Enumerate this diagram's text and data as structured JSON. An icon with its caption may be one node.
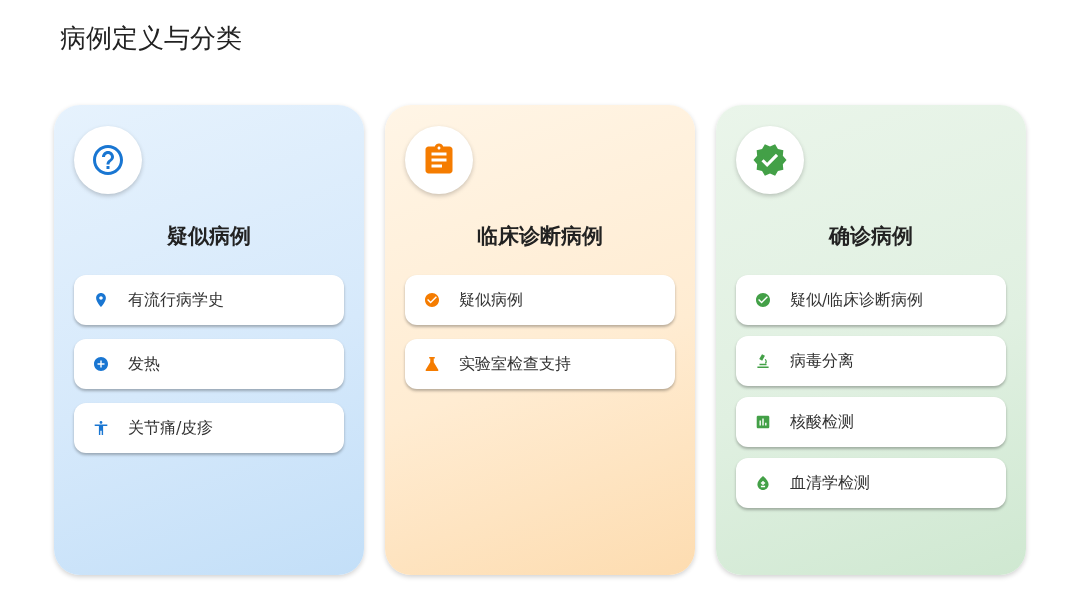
{
  "diagram": {
    "title": "病例定义与分类",
    "nodes": [
      {
        "text": [
          "疑似病例"
        ]
      },
      {
        "text": [
          "有流行病学史"
        ],
        "in": 0
      },
      {
        "text": [
          "发热"
        ],
        "in": 0
      },
      {
        "text": [
          "关节痛/皮疹"
        ],
        "in": 0
      },
      {
        "text": [
          "临床诊断病例"
        ]
      },
      {
        "text": [
          "疑似病例"
        ],
        "in": 4
      },
      {
        "text": [
          "实验室检查支持"
        ],
        "in": 4
      },
      {
        "text": [
          "确诊病例"
        ]
      },
      {
        "text": [
          "疑似/临床诊断病例"
        ],
        "in": 7
      },
      {
        "text": [
          "病毒分离"
        ],
        "in": 7
      },
      {
        "text": [
          "核酸检测"
        ],
        "in": 7
      },
      {
        "text": [
          "血清学检测"
        ],
        "in": 7
      }
    ]
  }
}
